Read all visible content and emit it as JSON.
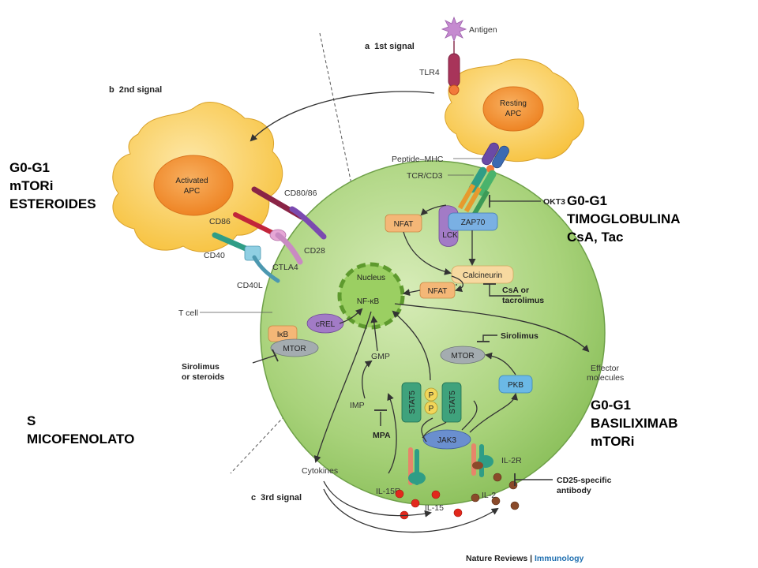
{
  "diagram": {
    "signals": {
      "first": {
        "letter": "a",
        "text": "1st signal"
      },
      "second": {
        "letter": "b",
        "text": "2nd signal"
      },
      "third": {
        "letter": "c",
        "text": "3rd signal"
      }
    },
    "cells": {
      "resting_apc": [
        "Resting",
        "APC"
      ],
      "activated_apc": [
        "Activated",
        "APC"
      ],
      "t_cell": "T cell",
      "nucleus": "Nucleus",
      "nfkb": "NF-κB"
    },
    "molecules": {
      "antigen": "Antigen",
      "tlr4": "TLR4",
      "peptide_mhc": "Peptide–MHC",
      "tcr_cd3": "TCR/CD3",
      "cd80_86": "CD80/86",
      "cd86": "CD86",
      "cd28": "CD28",
      "cd40": "CD40",
      "ctla4": "CTLA4",
      "cd40l": "CD40L",
      "nfat_top": "NFAT",
      "zap70": "ZAP70",
      "lck": "LCK",
      "calcineurin": "Calcineurin",
      "nfat_mid": "NFAT",
      "ikb": "IκB",
      "crel": "cREL",
      "mtor_left": "MTOR",
      "gmp": "GMP",
      "imp": "IMP",
      "mtor_right": "MTOR",
      "pkb": "PKB",
      "stat5_a": "STAT5",
      "stat5_b": "STAT5",
      "p": "P",
      "jak3": "JAK3",
      "il2r": "IL-2R",
      "il15r": "IL-15R",
      "il15": "IL-15",
      "il2": "IL-2",
      "cytokines": "Cytokines",
      "effector": [
        "Effector",
        "molecules"
      ]
    },
    "drugs": {
      "okt3": "OKT3",
      "csa": [
        "CsA or",
        "tacrolimus"
      ],
      "sirolimus_right": "Sirolimus",
      "sirolimus_left": [
        "Sirolimus",
        "or steroids"
      ],
      "mpa": "MPA",
      "cd25": [
        "CD25-specific",
        "antibody"
      ]
    },
    "credit": {
      "journal": "Nature Reviews",
      "separator": " | ",
      "section": "Immunology"
    }
  },
  "annotations": {
    "top_left": [
      "G0-G1",
      "mTORi",
      "ESTEROIDES"
    ],
    "top_right": [
      "G0-G1",
      "TIMOGLOBULINA",
      "CsA, Tac"
    ],
    "bottom_left": [
      "S",
      "MICOFENOLATO"
    ],
    "bottom_right": [
      "G0-G1",
      "BASILIXIMAB",
      "mTORi"
    ]
  },
  "colors": {
    "cell_green": "#9ccb6c",
    "apc_yellow": "#f8c84a",
    "apc_nucleus": "#f08a2a",
    "node_orange": "#f4b777",
    "node_purple": "#a27bc6",
    "node_grey": "#9aa2a6",
    "node_teal": "#2f9d86",
    "node_blue": "#69aee0",
    "credit_blue": "#1f6fb0"
  }
}
